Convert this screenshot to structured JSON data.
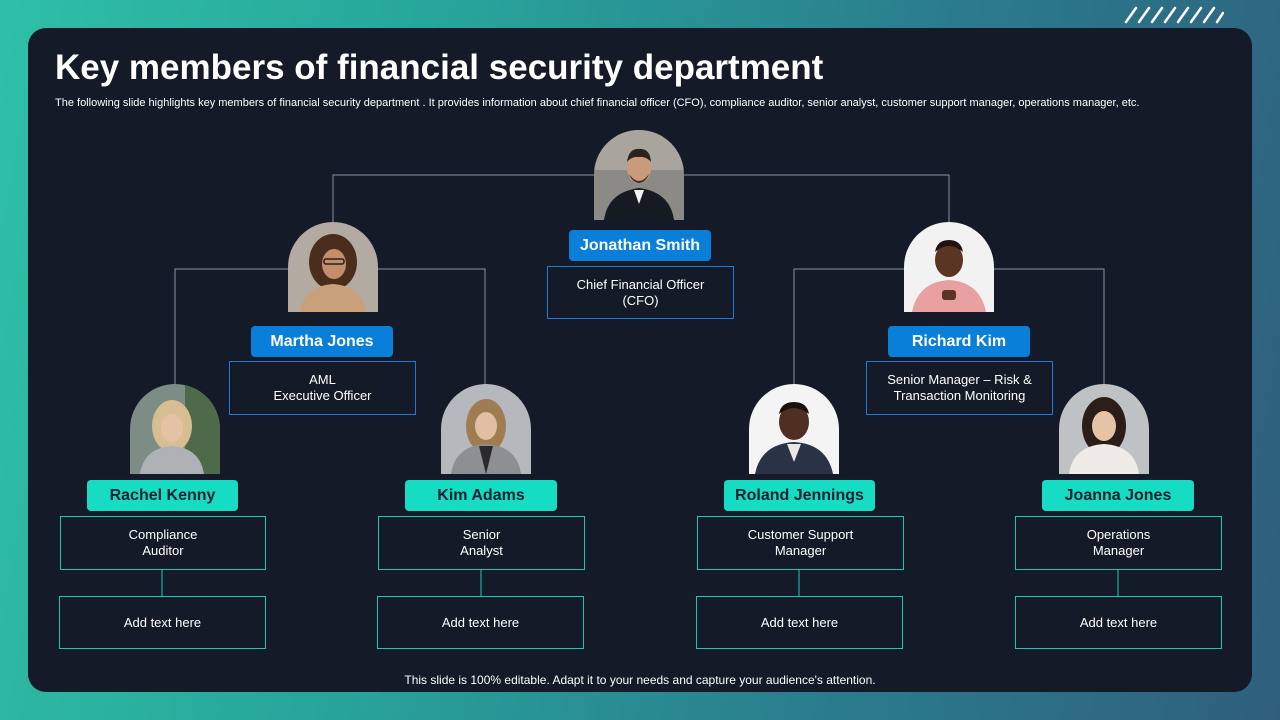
{
  "title": "Key members of financial security department",
  "subtitle": "The following slide highlights key members of financial security department . It provides information about chief financial officer (CFO), compliance auditor, senior analyst, customer support manager, operations manager, etc.",
  "footer": "This slide is 100% editable. Adapt it to your needs and capture your audience's attention.",
  "colors": {
    "name_blue": "#0a7fd9",
    "name_teal": "#15dcc3",
    "panel": "#141a28",
    "line": "#8a93a3"
  },
  "members": {
    "jonathan": {
      "name": "Jonathan Smith",
      "role_line1": "Chief Financial Officer",
      "role_line2": "(CFO)"
    },
    "martha": {
      "name": "Martha Jones",
      "role_line1": "AML",
      "role_line2": "Executive Officer"
    },
    "richard": {
      "name": "Richard Kim",
      "role_line1": "Senior Manager – Risk &",
      "role_line2": "Transaction Monitoring"
    },
    "rachel": {
      "name": "Rachel Kenny",
      "role_line1": "Compliance",
      "role_line2": "Auditor",
      "note": "Add text here"
    },
    "kim": {
      "name": "Kim Adams",
      "role_line1": "Senior",
      "role_line2": "Analyst",
      "note": "Add text here"
    },
    "roland": {
      "name": "Roland Jennings",
      "role_line1": "Customer Support",
      "role_line2": "Manager",
      "note": "Add text here"
    },
    "joanna": {
      "name": "Joanna Jones",
      "role_line1": "Operations",
      "role_line2": "Manager",
      "note": "Add text here"
    }
  },
  "icons": {
    "avatar": "person-photo-icon",
    "decor": "diagonal-stripes-icon"
  }
}
